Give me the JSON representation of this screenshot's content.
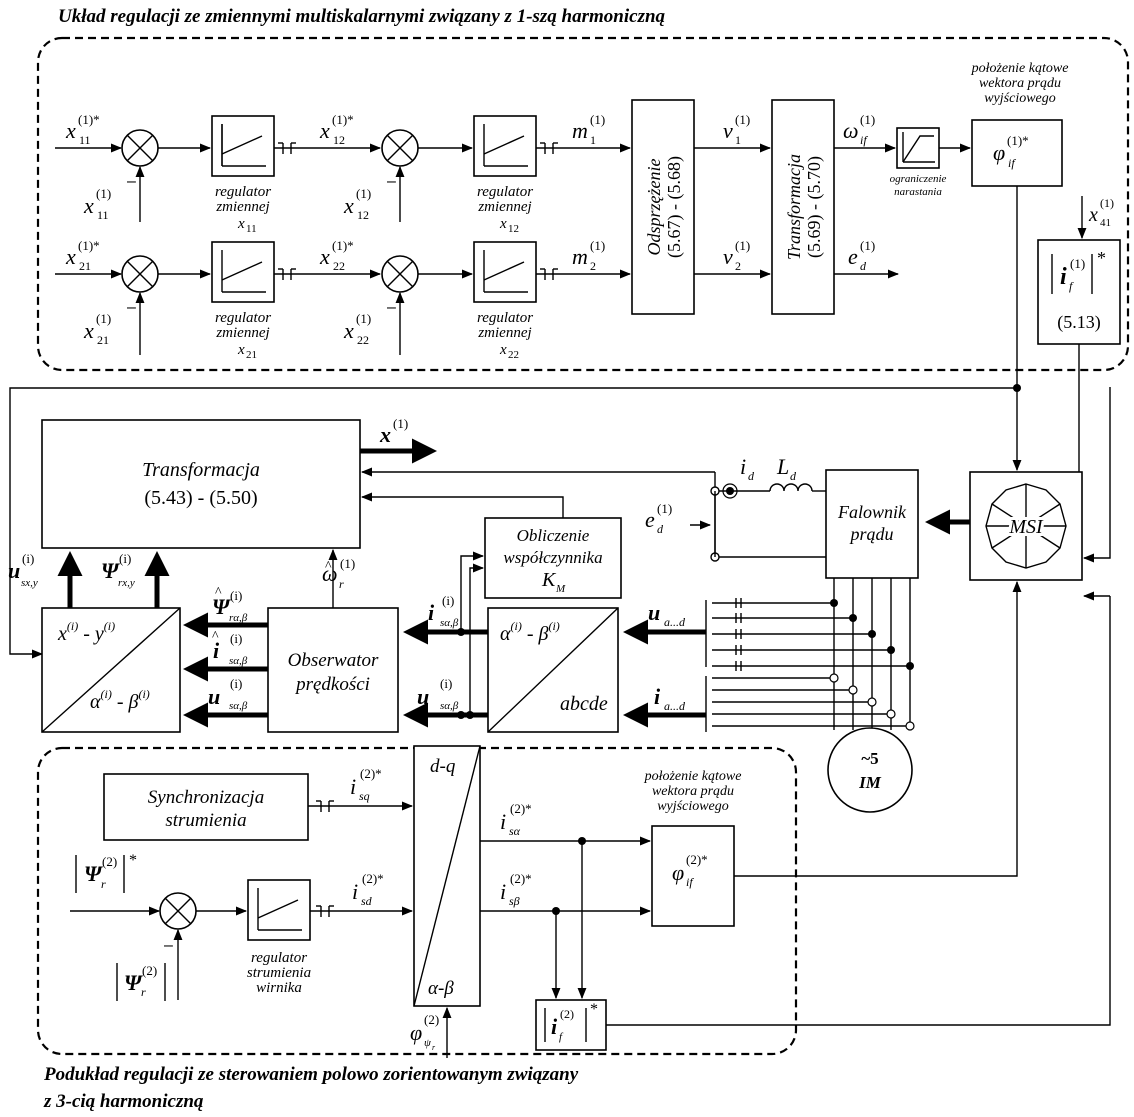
{
  "colors": {
    "ink": "#000000",
    "background": "#ffffff"
  },
  "titles": {
    "top": "Układ regulacji ze zmiennymi multiskalarnymi związany z 1-szą harmoniczną",
    "bottom_line1": "Podukład regulacji ze sterowaniem polowo zorientowanym związany",
    "bottom_line2": "z 3-cią harmoniczną"
  },
  "top_section": {
    "angle_note": [
      "położenie kątowe",
      "wektora prądu",
      "wyjściowego"
    ],
    "regulators": [
      {
        "lines": [
          "regulator",
          "zmiennej"
        ],
        "var": "x",
        "sub": "11"
      },
      {
        "lines": [
          "regulator",
          "zmiennej"
        ],
        "var": "x",
        "sub": "12"
      },
      {
        "lines": [
          "regulator",
          "zmiennej"
        ],
        "var": "x",
        "sub": "21"
      },
      {
        "lines": [
          "regulator",
          "zmiennej"
        ],
        "var": "x",
        "sub": "22"
      }
    ],
    "decoupling_block": {
      "label": "Odsprzężenie",
      "eq": "(5.67) - (5.68)"
    },
    "transform_block": {
      "label": "Transformacja",
      "eq": "(5.69) - (5.70)"
    },
    "ramp_note": [
      "ograniczenie",
      "narastania"
    ],
    "magnitude_eq": "(5.13)",
    "minus": "–"
  },
  "middle_section": {
    "transform_block": {
      "label": "Transformacja",
      "eq": "(5.43) - (5.50)"
    },
    "coeff_block": [
      "Obliczenie",
      "współczynnika"
    ],
    "observer_block": [
      "Obserwator",
      "prędkości"
    ],
    "inverter_block": [
      "Falownik",
      "prądu"
    ],
    "msi": "MSI",
    "abcde": "abcde",
    "motor": {
      "phases": "~5",
      "name": "IM"
    }
  },
  "bottom_section": {
    "sync_block": [
      "Synchronizacja",
      "strumienia"
    ],
    "angle_note": [
      "położenie kątowe",
      "wektora prądu",
      "wyjściowego"
    ],
    "dq": "d-q",
    "ab": "α-β",
    "flux_regulator": [
      "regulator",
      "strumienia",
      "wirnika"
    ]
  }
}
